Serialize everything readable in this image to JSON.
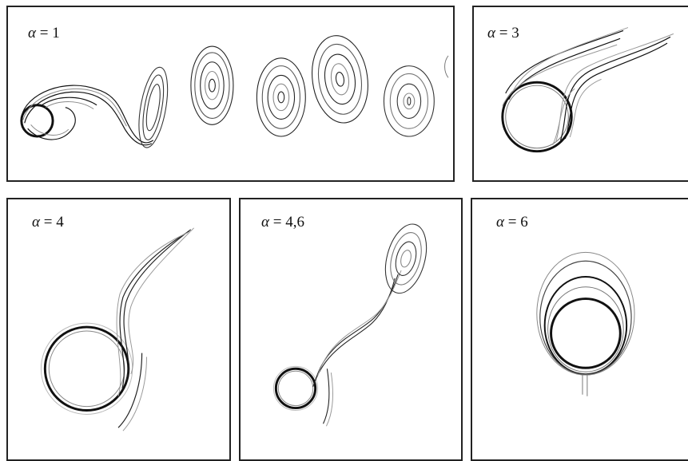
{
  "panels": [
    {
      "label_symbol": "α",
      "label_value": "= 1"
    },
    {
      "label_symbol": "α",
      "label_value": "= 3"
    },
    {
      "label_symbol": "α",
      "label_value": "= 4"
    },
    {
      "label_symbol": "α",
      "label_value": "= 4,6"
    },
    {
      "label_symbol": "α",
      "label_value": "= 6"
    }
  ],
  "colors": {
    "dark_contour": "#111111",
    "mid_contour": "#555555",
    "light_contour": "#9a9a9a",
    "frame": "#222222"
  }
}
